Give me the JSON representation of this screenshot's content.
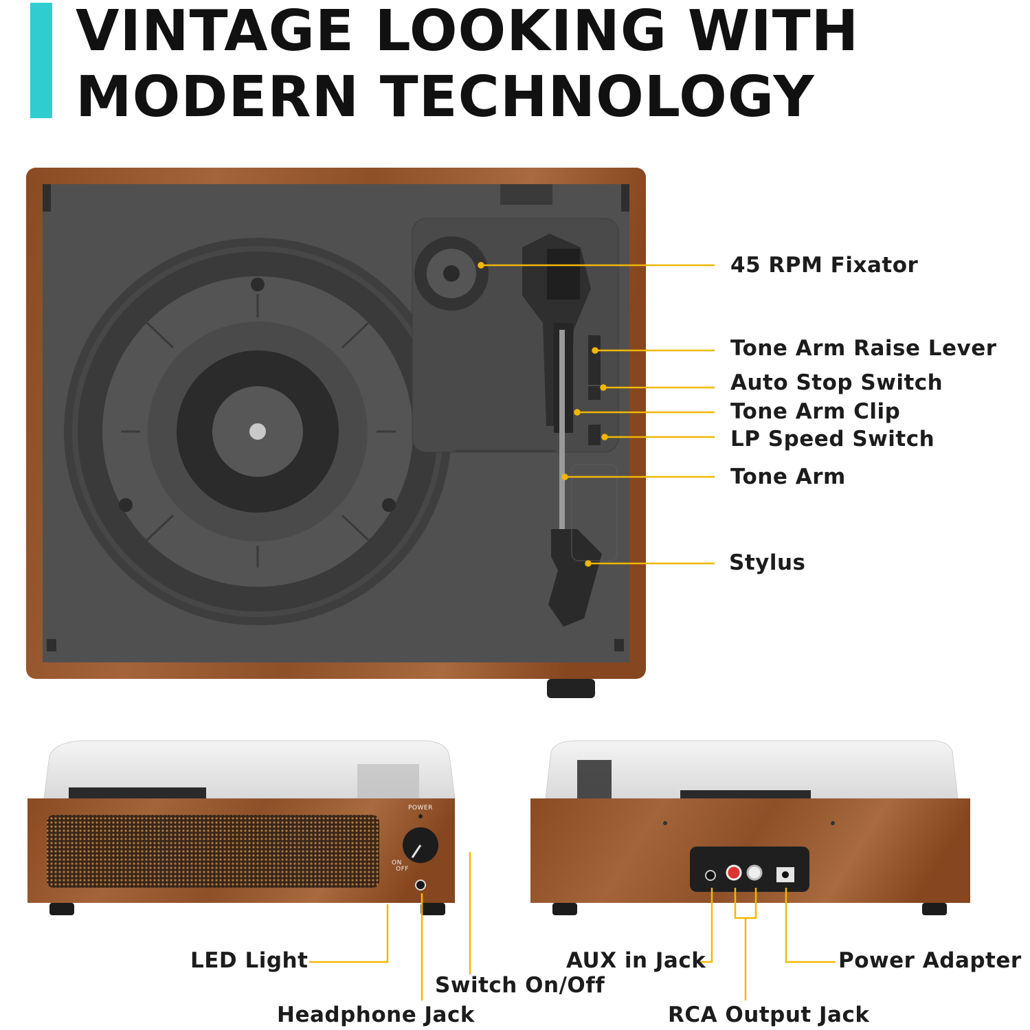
{
  "headline": {
    "line1": "VINTAGE LOOKING WITH",
    "line2": "MODERN TECHNOLOGY"
  },
  "top_view_labels": {
    "fixator": "45 RPM Fixator",
    "raise_lever": "Tone Arm Raise Lever",
    "auto_stop": "Auto Stop Switch",
    "arm_clip": "Tone Arm Clip",
    "lp_speed": "LP Speed Switch",
    "tone_arm": "Tone Arm",
    "stylus": "Stylus"
  },
  "front_panel": {
    "power": "POWER",
    "on": "ON",
    "off": "OFF"
  },
  "front_view_labels": {
    "led_light": "LED Light",
    "switch": "Switch On/Off",
    "headphone": "Headphone Jack"
  },
  "back_view_labels": {
    "aux_in": "AUX in Jack",
    "power_adapter": "Power Adapter",
    "rca_output": "RCA Output Jack"
  },
  "colors": {
    "accent": "#2fcdd0",
    "callout_line": "#f2b705",
    "wood": "#9a5a2e",
    "plate": "#4f4f4f"
  }
}
